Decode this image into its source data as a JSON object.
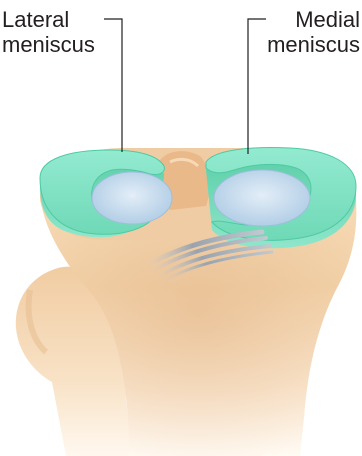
{
  "labels": {
    "lateral": {
      "line1": "Lateral",
      "line2": "meniscus"
    },
    "medial": {
      "line1": "Medial",
      "line2": "meniscus"
    }
  },
  "colors": {
    "meniscus": "#7fe0c0",
    "meniscus_edge": "#4fc9a5",
    "cartilage": "#c6dcee",
    "bone_light": "#fbe6cc",
    "bone_mid": "#f1cfa6",
    "bone_shadow": "#e4b88c",
    "ligament": "#9aa3ad",
    "leader_line": "#231f20"
  }
}
